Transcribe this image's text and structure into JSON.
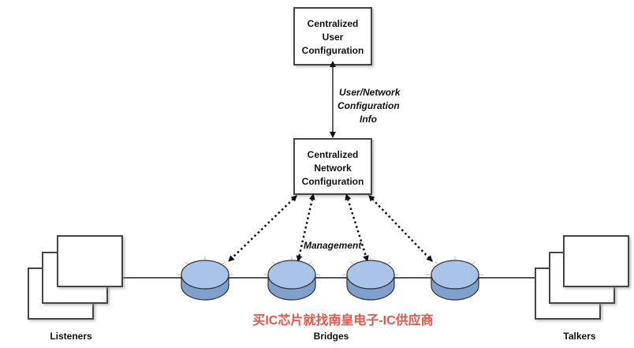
{
  "boxes": {
    "user_config": {
      "lines": [
        "Centralized",
        "User",
        "Configuration"
      ]
    },
    "network_config": {
      "lines": [
        "Centralized",
        "Network",
        "Configuration"
      ]
    }
  },
  "annotations": {
    "user_network_info": [
      "User/Network",
      "Configuration",
      "Info"
    ],
    "management": "Management"
  },
  "labels": {
    "listeners": "Listeners",
    "bridges": "Bridges",
    "talkers": "Talkers"
  },
  "watermark": "买IC芯片就找南皇电子-IC供应商",
  "colors": {
    "bridge_top": "#a9c4e8",
    "bridge_side": "#7f9fcc",
    "bridge_stroke": "#333333",
    "box_stroke": "#444444",
    "line": "#333333",
    "watermark": "#e8544a"
  }
}
